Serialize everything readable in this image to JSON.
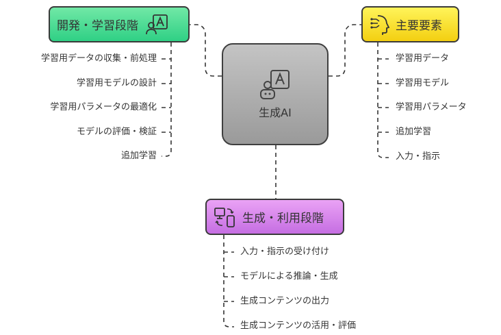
{
  "center": {
    "label": "生成AI",
    "icon": "ai-image-person-icon"
  },
  "dev": {
    "title": "開発・学習段階",
    "icon": "image-person-icon",
    "items": [
      "学習用データの収集・前処理",
      "学習用モデルの設計",
      "学習用パラメータの最適化",
      "モデルの評価・検証",
      "追加学習"
    ]
  },
  "main": {
    "title": "主要要素",
    "icon": "head-circuit-icon",
    "items": [
      "学習用データ",
      "学習用モデル",
      "学習用パラメータ",
      "追加学習",
      "入力・指示"
    ]
  },
  "use": {
    "title": "生成・利用段階",
    "icon": "devices-sync-icon",
    "items": [
      "入力・指示の受け付け",
      "モデルによる推論・生成",
      "生成コンテンツの出力",
      "生成コンテンツの活用・評価"
    ]
  },
  "colors": {
    "dev": "#3edb8e",
    "main": "#f8e12a",
    "use": "#d98aee",
    "center": "#b0b0b0"
  }
}
